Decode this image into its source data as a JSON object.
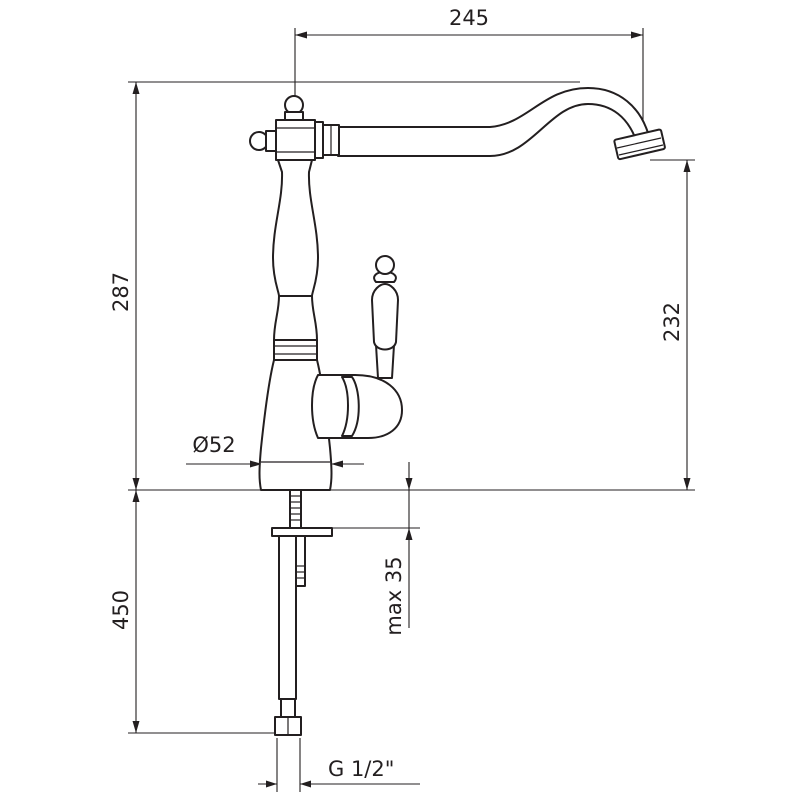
{
  "dimensions": {
    "spout_reach": "245",
    "total_height": "287",
    "spout_height": "232",
    "base_diameter": "Ø52",
    "hose_length": "450",
    "max_thickness": "max 35",
    "connection": "G 1/2\""
  },
  "colors": {
    "line": "#231f20",
    "background": "#ffffff"
  }
}
